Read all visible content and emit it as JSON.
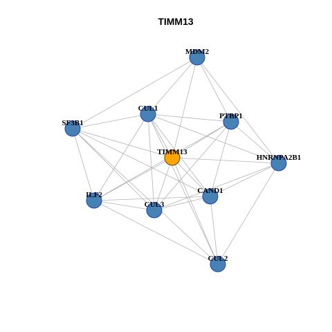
{
  "title": "TIMM13",
  "colors": {
    "node_fill": "#4682b4",
    "focus_fill": "#ffa500",
    "edge": "#b3b3b3",
    "node_stroke": "#1f3fbf"
  },
  "nodes": [
    {
      "id": "MDM2",
      "label": "MDM2"
    },
    {
      "id": "CUL1",
      "label": "CUL1"
    },
    {
      "id": "PTBP1",
      "label": "PTBP1"
    },
    {
      "id": "SF3B1",
      "label": "SF3B1"
    },
    {
      "id": "TIMM13",
      "label": "TIMM13",
      "focus": true
    },
    {
      "id": "HNRNPA2B1",
      "label": "HNRNPA2B1"
    },
    {
      "id": "CAND1",
      "label": "CAND1"
    },
    {
      "id": "ILF2",
      "label": "ILF2"
    },
    {
      "id": "CUL3",
      "label": "CUL3"
    },
    {
      "id": "CUL2",
      "label": "CUL2"
    }
  ],
  "edges": [
    [
      "MDM2",
      "SF3B1"
    ],
    [
      "MDM2",
      "CUL1"
    ],
    [
      "MDM2",
      "TIMM13"
    ],
    [
      "MDM2",
      "PTBP1"
    ],
    [
      "MDM2",
      "HNRNPA2B1"
    ],
    [
      "CUL1",
      "SF3B1"
    ],
    [
      "CUL1",
      "PTBP1"
    ],
    [
      "CUL1",
      "TIMM13"
    ],
    [
      "CUL1",
      "HNRNPA2B1"
    ],
    [
      "CUL1",
      "CAND1"
    ],
    [
      "CUL1",
      "CUL3"
    ],
    [
      "CUL1",
      "ILF2"
    ],
    [
      "CUL1",
      "CUL2"
    ],
    [
      "SF3B1",
      "TIMM13"
    ],
    [
      "SF3B1",
      "ILF2"
    ],
    [
      "SF3B1",
      "CUL3"
    ],
    [
      "SF3B1",
      "CAND1"
    ],
    [
      "SF3B1",
      "CUL2"
    ],
    [
      "PTBP1",
      "TIMM13"
    ],
    [
      "PTBP1",
      "ILF2"
    ],
    [
      "PTBP1",
      "CUL3"
    ],
    [
      "PTBP1",
      "CAND1"
    ],
    [
      "PTBP1",
      "HNRNPA2B1"
    ],
    [
      "TIMM13",
      "HNRNPA2B1"
    ],
    [
      "TIMM13",
      "ILF2"
    ],
    [
      "TIMM13",
      "CUL3"
    ],
    [
      "TIMM13",
      "CAND1"
    ],
    [
      "TIMM13",
      "CUL2"
    ],
    [
      "HNRNPA2B1",
      "CAND1"
    ],
    [
      "HNRNPA2B1",
      "CUL3"
    ],
    [
      "HNRNPA2B1",
      "CUL2"
    ],
    [
      "ILF2",
      "CAND1"
    ],
    [
      "ILF2",
      "CUL3"
    ],
    [
      "ILF2",
      "CUL2"
    ],
    [
      "CUL3",
      "CAND1"
    ],
    [
      "CAND1",
      "CUL2"
    ]
  ]
}
